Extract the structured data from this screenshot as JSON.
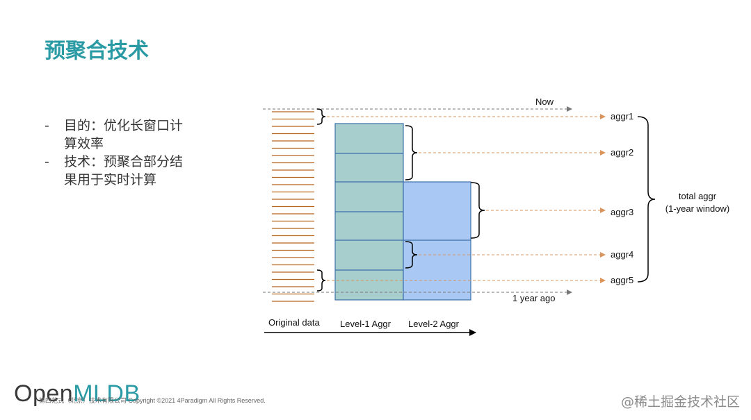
{
  "slide": {
    "title": "预聚合技术",
    "bullets": [
      {
        "dash": "-",
        "line1": "目的：优化长窗口计",
        "line2": "算效率"
      },
      {
        "dash": "-",
        "line1": "技术：预聚合部分结",
        "line2": "果用于实时计算"
      }
    ]
  },
  "diagram": {
    "now_label": "Now",
    "year_ago_label": "1 year ago",
    "aggr_labels": [
      "aggr1",
      "aggr2",
      "aggr3",
      "aggr4",
      "aggr5"
    ],
    "total_label_line1": "total aggr",
    "total_label_line2": "(1-year window)",
    "column_labels": [
      "Original data",
      "Level-1 Aggr",
      "Level-2 Aggr"
    ],
    "colors": {
      "original_lines": "#b5651d",
      "level1_fill": "#a8cdcd",
      "level2_fill": "#a9c8f3",
      "box_border": "#3b6ea8",
      "aggr_arrow": "#d9955c",
      "time_arrow": "#777777"
    }
  },
  "footer": {
    "logo_part1": "Open",
    "logo_part2": "MLDB",
    "copyright": "第四范式（北京）技术有限公司 Copyright ©2021 4Paradigm All Rights Reserved.",
    "watermark": "@稀土掘金技术社区"
  }
}
